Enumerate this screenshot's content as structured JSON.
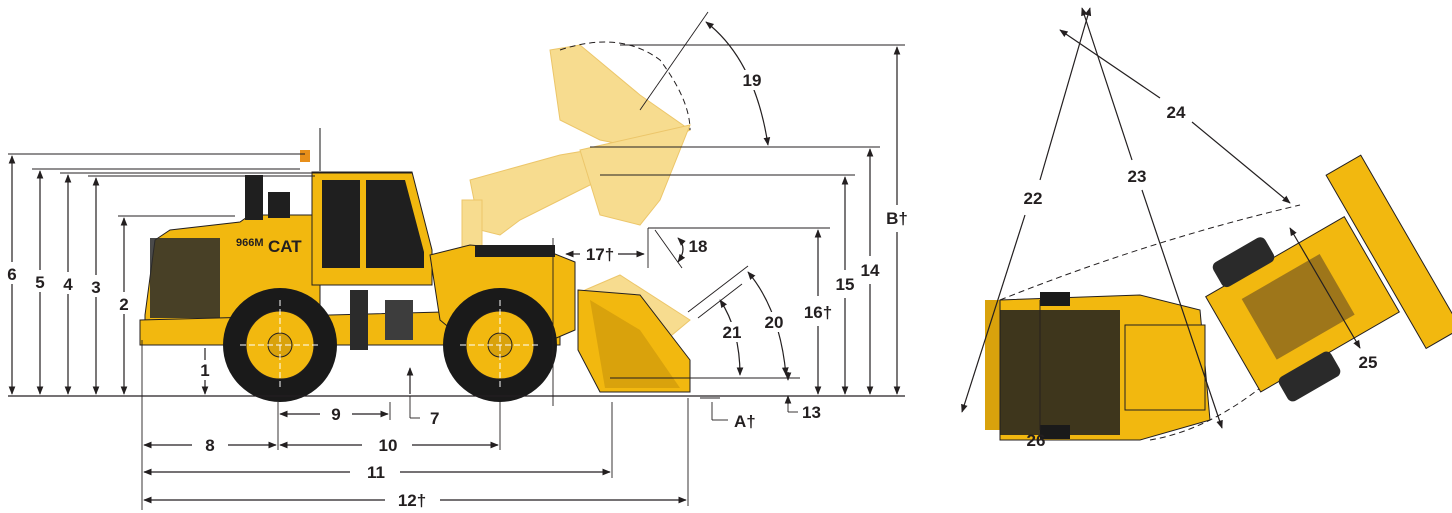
{
  "side_view": {
    "model_badge": "966M",
    "brand_badge": "CAT",
    "labels": {
      "d1": "1",
      "d2": "2",
      "d3": "3",
      "d4": "4",
      "d5": "5",
      "d6": "6",
      "d7": "7",
      "d8": "8",
      "d9": "9",
      "d10": "10",
      "d11": "11",
      "d12": "12†",
      "d13": "13",
      "d14": "14",
      "d15": "15",
      "d16": "16†",
      "d17": "17†",
      "d18": "18",
      "d19": "19",
      "d20": "20",
      "d21": "21",
      "dA": "A†",
      "dB": "B†"
    }
  },
  "top_view": {
    "labels": {
      "d22": "22",
      "d23": "23",
      "d24": "24",
      "d25": "25",
      "d26": "26"
    }
  },
  "colors": {
    "machine_yellow": "#f2b80f",
    "machine_dark": "#1f1f1f",
    "ghost_yellow": "#f7dc8f",
    "line": "#231f20"
  }
}
